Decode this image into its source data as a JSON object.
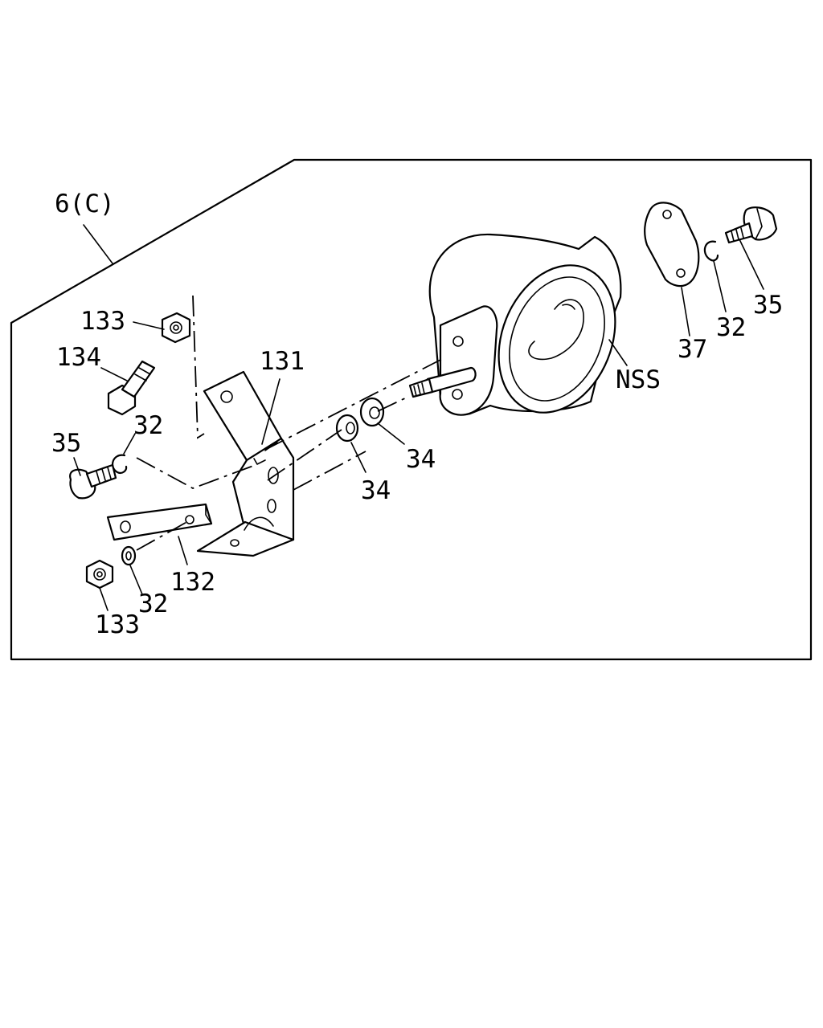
{
  "group_label": "6(C)",
  "callouts": {
    "nut_top": "133",
    "bolt_top": "134",
    "washer_upper_left": "32",
    "bolt_left": "35",
    "bracket": "131",
    "plate": "132",
    "washer_lower_left": "32",
    "nut_bottom": "133",
    "washer_center_lower": "34",
    "washer_center_upper": "34",
    "housing": "NSS",
    "cover": "37",
    "washer_right": "32",
    "bolt_right": "35"
  }
}
